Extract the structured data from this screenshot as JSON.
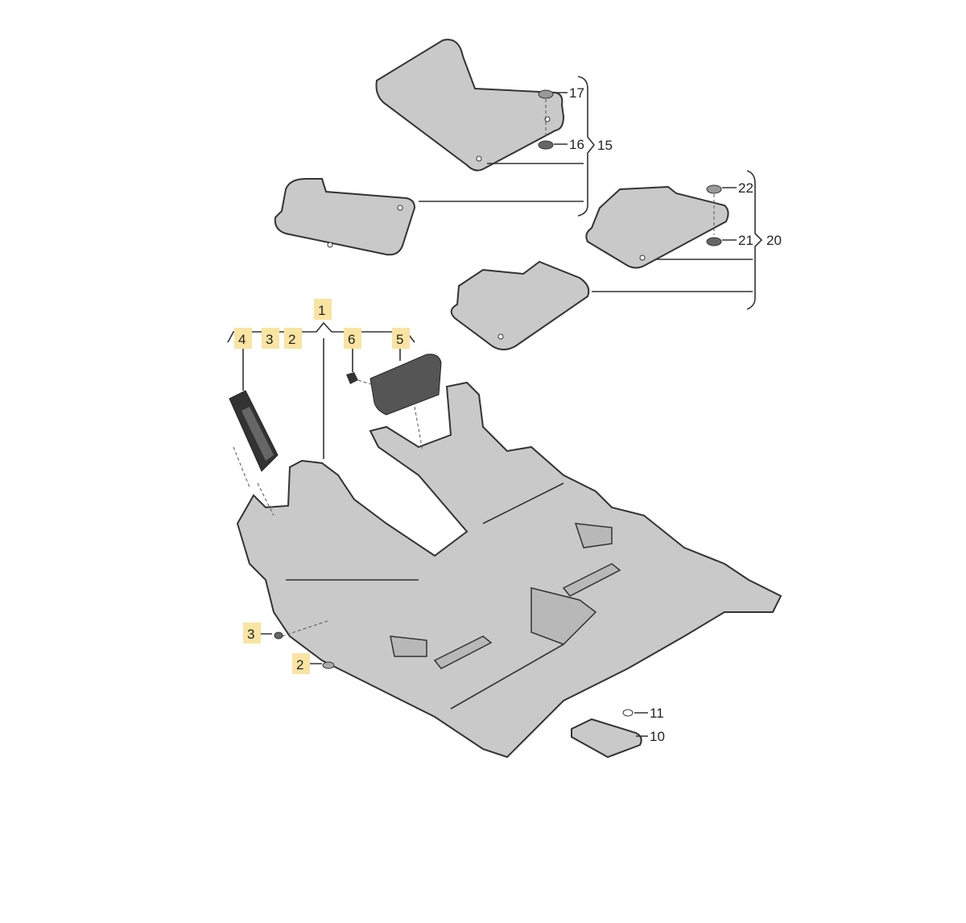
{
  "diagram": {
    "highlight_color": "#f9e4a2",
    "callouts": {
      "c1": "1",
      "c2": "2",
      "c3": "3",
      "c4": "4",
      "c5": "5",
      "c6": "6",
      "c2b": "2",
      "c3b": "3",
      "c10": "10",
      "c11": "11",
      "c15": "15",
      "c16": "16",
      "c17": "17",
      "c20": "20",
      "c21": "21",
      "c22": "22"
    }
  }
}
